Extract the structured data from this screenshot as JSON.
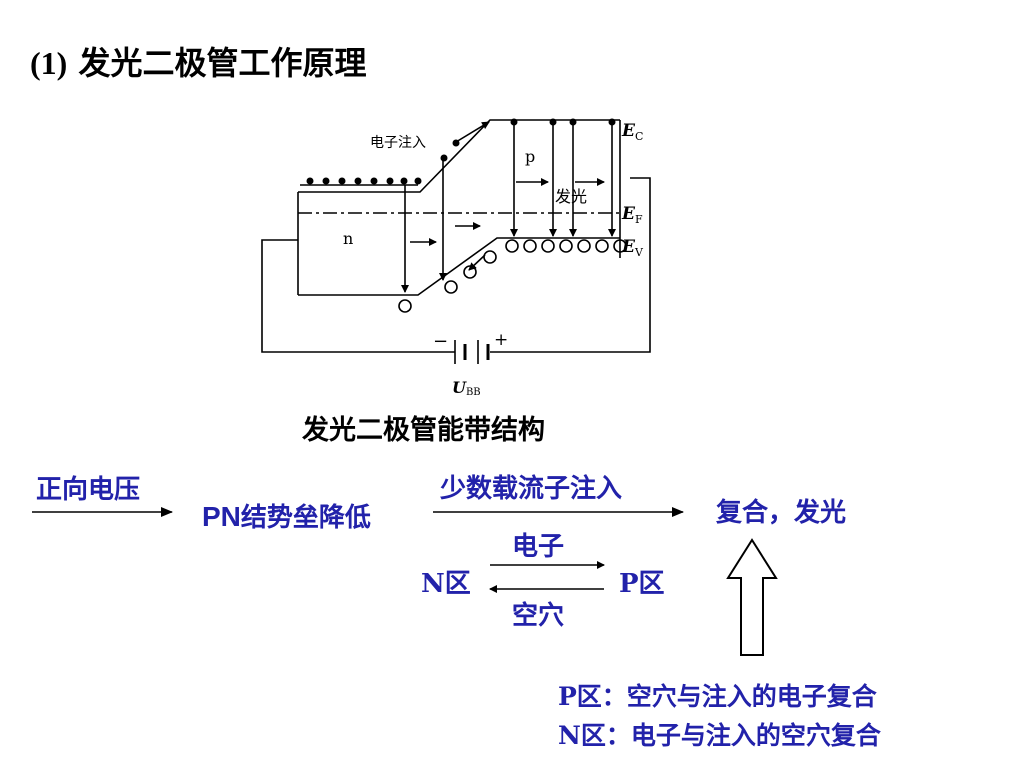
{
  "slide": {
    "title_num": "(1)",
    "title_text": " 发光二极管工作原理"
  },
  "figure": {
    "caption": "发光二极管能带结构",
    "electron_injection": "电子注入",
    "p_label": "p",
    "n_label": "n",
    "emission": "发光",
    "ec_main": "E",
    "ec_sub": "C",
    "ef_main": "E",
    "ef_sub": "F",
    "ev_main": "E",
    "ev_sub": "V",
    "battery_main": "U",
    "battery_sub": "BB",
    "minus": "−",
    "plus": "+"
  },
  "flow": {
    "forward_voltage": "正向电压",
    "pn_latin": "PN",
    "pn_text": "结势垒降低",
    "minority_injection": "少数载流子注入",
    "result": "复合，发光",
    "electron": "电子",
    "n_region": "N区",
    "p_region": "P区",
    "hole": "空穴"
  },
  "notes": {
    "line1": "P区：空穴与注入的电子复合",
    "line2": "N区：电子与注入的空穴复合"
  },
  "colors": {
    "accent": "#2222aa",
    "ink": "#000000"
  }
}
